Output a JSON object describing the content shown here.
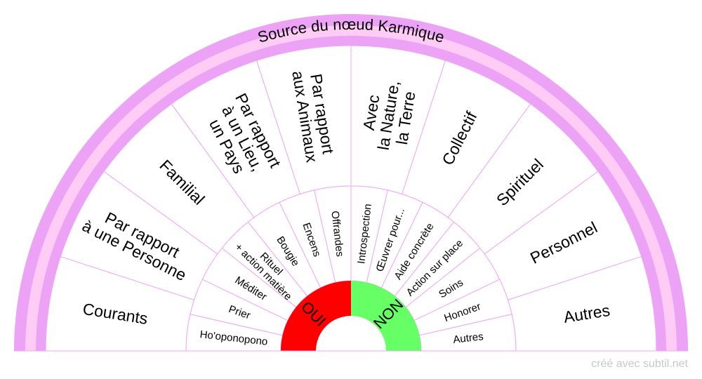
{
  "title": "Source du nœud Karmique",
  "center": {
    "yes": "OUI",
    "no": "NON"
  },
  "inner_left": [
    "Ho'oponopono",
    "Prier",
    "Méditer",
    "Rituel\n+ action matière",
    "Bougie",
    "Encens",
    "Offrandes"
  ],
  "inner_right": [
    "Introspection",
    "Œuvrer pour...",
    "Aide concrète",
    "Action sur place",
    "Soins",
    "Honorer",
    "Autres"
  ],
  "outer": [
    "Courants",
    "Par rapport\nà une Personne",
    "Familial",
    "Par rapport\nà un Lieu,\nun Pays",
    "Par rapport\naux Animaux",
    "Avec\nla Nature,\nla Terre",
    "Collectif",
    "Spirituel",
    "Personnel",
    "Autres"
  ],
  "footer": "créé avec subtil.net",
  "colors": {
    "ring": "#ffccf6",
    "ring_edge": "#eda3f5",
    "line": "#efa6f5",
    "yes": "#ff0000",
    "no": "#66ff66"
  }
}
